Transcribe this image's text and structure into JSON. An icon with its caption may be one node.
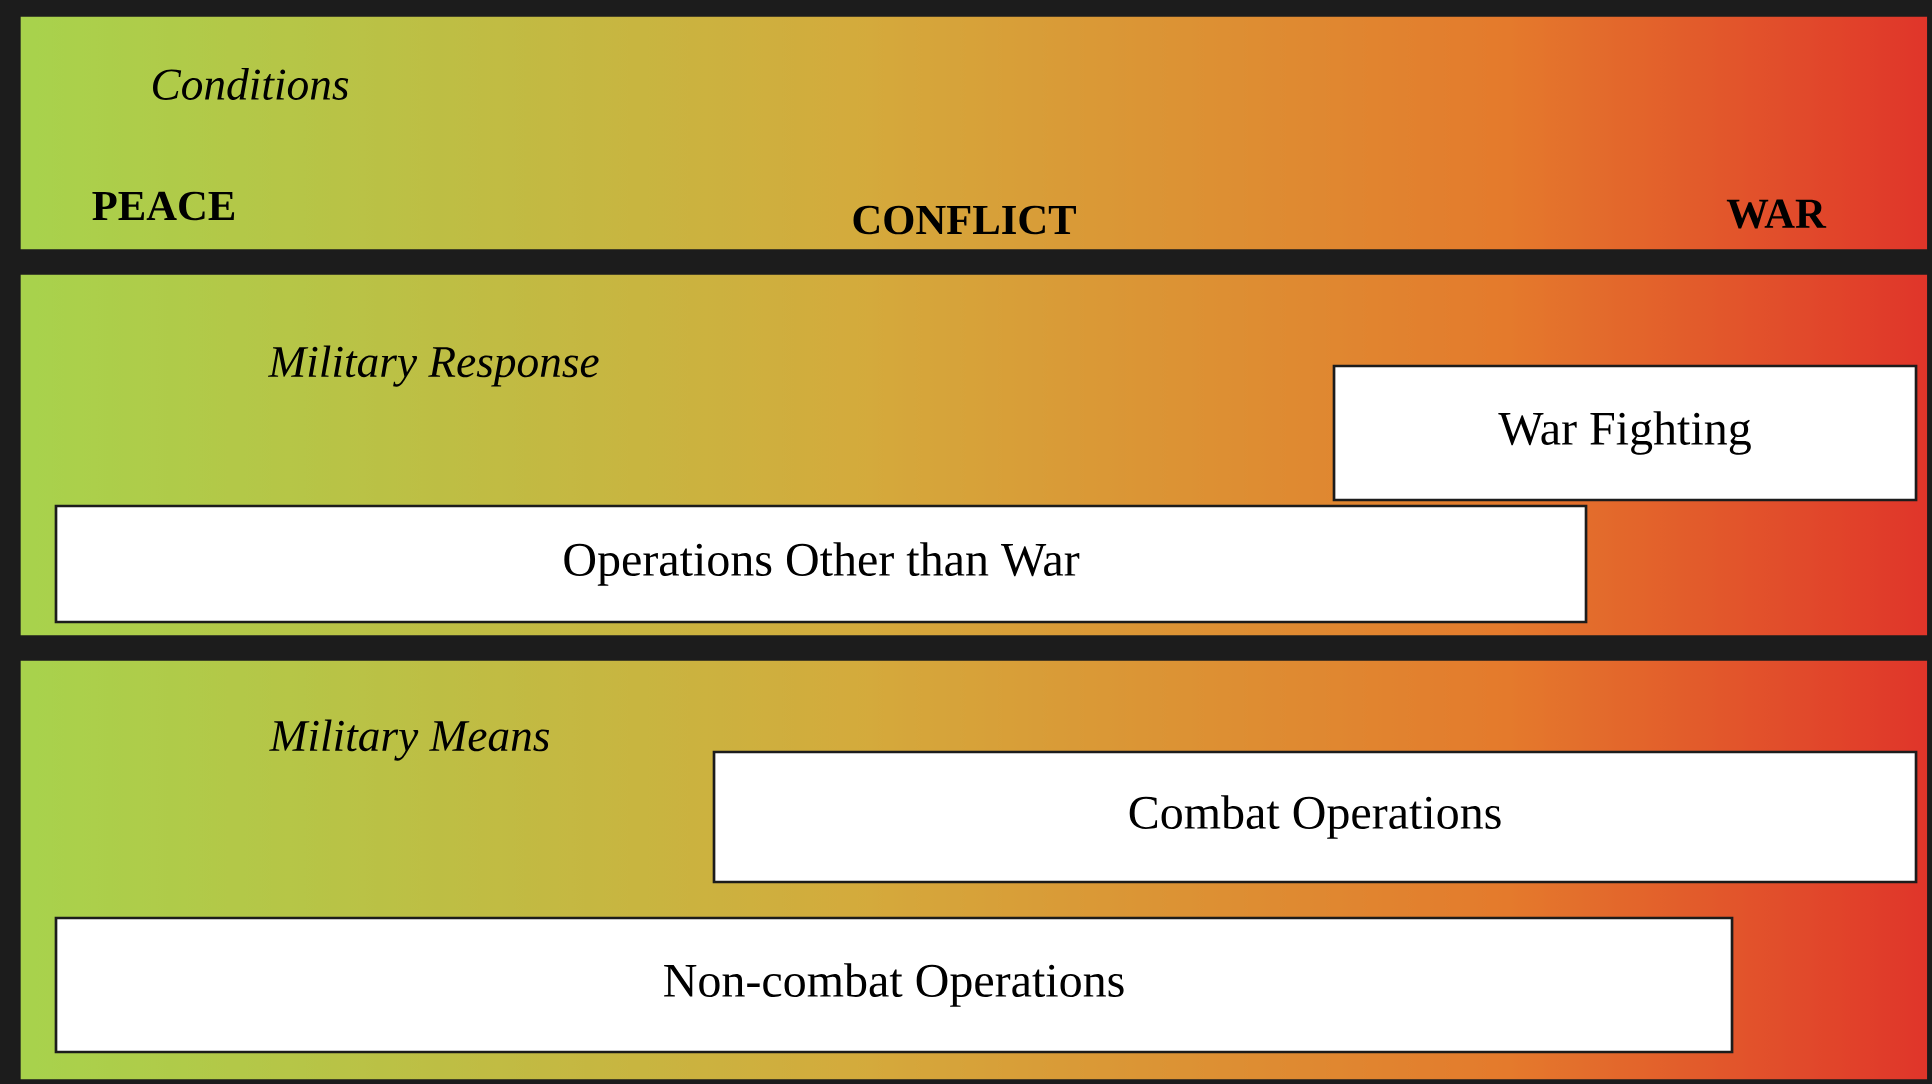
{
  "diagram": {
    "nodes": [
      {
        "text": [
          "Conditions",
          "PEACE",
          "CONFLICT",
          "WAR"
        ]
      },
      {
        "text": [
          "Military Response"
        ]
      },
      {
        "text": [
          "War Fighting"
        ],
        "in": 1
      },
      {
        "text": [
          "Operations Other than War"
        ],
        "in": 1
      },
      {
        "text": [
          "Military Means"
        ]
      },
      {
        "text": [
          "Combat Operations"
        ],
        "in": 4
      },
      {
        "text": [
          "Non-combat Operations"
        ],
        "in": 4
      }
    ]
  }
}
